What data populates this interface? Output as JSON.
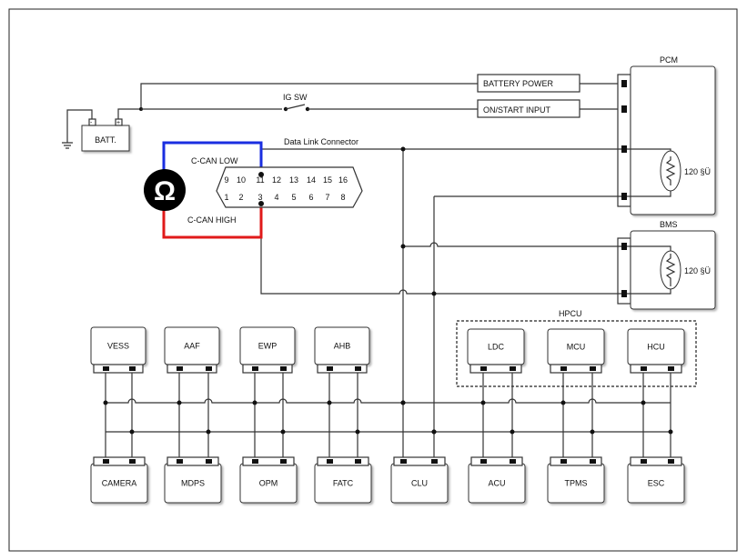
{
  "labels": {
    "batt": "BATT.",
    "batt_minus": "-",
    "batt_plus": "+",
    "ig_sw": "IG SW",
    "battery_power": "BATTERY POWER",
    "on_start_input": "ON/START INPUT",
    "pcm": "PCM",
    "bms": "BMS",
    "hpcu": "HPCU",
    "dlc": "Data Link Connector",
    "can_low": "C-CAN LOW",
    "can_high": "C-CAN HIGH",
    "ohm_symbol": "Ω",
    "resistor_pcm": "120 §Ü",
    "resistor_bms": "120 §Ü"
  },
  "dlc_pins_top": [
    "9",
    "10",
    "11",
    "12",
    "13",
    "14",
    "15",
    "16"
  ],
  "dlc_pins_bottom": [
    "1",
    "2",
    "3",
    "4",
    "5",
    "6",
    "7",
    "8"
  ],
  "top_modules": [
    "VESS",
    "AAF",
    "EWP",
    "AHB"
  ],
  "hpcu_modules": [
    "LDC",
    "MCU",
    "HCU"
  ],
  "bottom_modules": [
    "CAMERA",
    "MDPS",
    "OPM",
    "FATC",
    "CLU",
    "ACU",
    "TPMS",
    "ESC"
  ],
  "colors": {
    "can_low_wire": "#1a2ee0",
    "can_high_wire": "#e01a1a",
    "wire": "#333333"
  }
}
